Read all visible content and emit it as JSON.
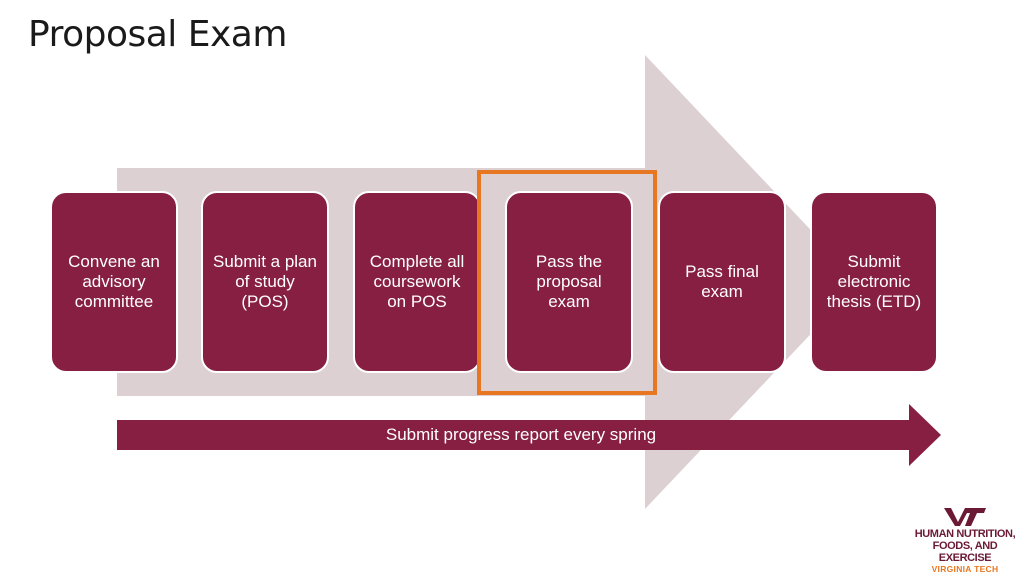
{
  "title": "Proposal Exam",
  "colors": {
    "step_fill": "#861f41",
    "background_arrow": "#dcd0d3",
    "highlight_border": "#e87722",
    "progress_arrow": "#861f41"
  },
  "steps": [
    {
      "label": "Convene an advisory committee"
    },
    {
      "label": "Submit a plan of study (POS)"
    },
    {
      "label": "Complete all coursework on POS"
    },
    {
      "label": "Pass the proposal exam",
      "highlighted": true
    },
    {
      "label": "Pass final exam"
    },
    {
      "label": "Submit electronic thesis (ETD)"
    }
  ],
  "progress_arrow": {
    "label": "Submit progress report every spring"
  },
  "logo": {
    "mark": "VT",
    "line1": "HUMAN NUTRITION,",
    "line2": "FOODS, AND EXERCISE",
    "line3": "VIRGINIA TECH"
  }
}
